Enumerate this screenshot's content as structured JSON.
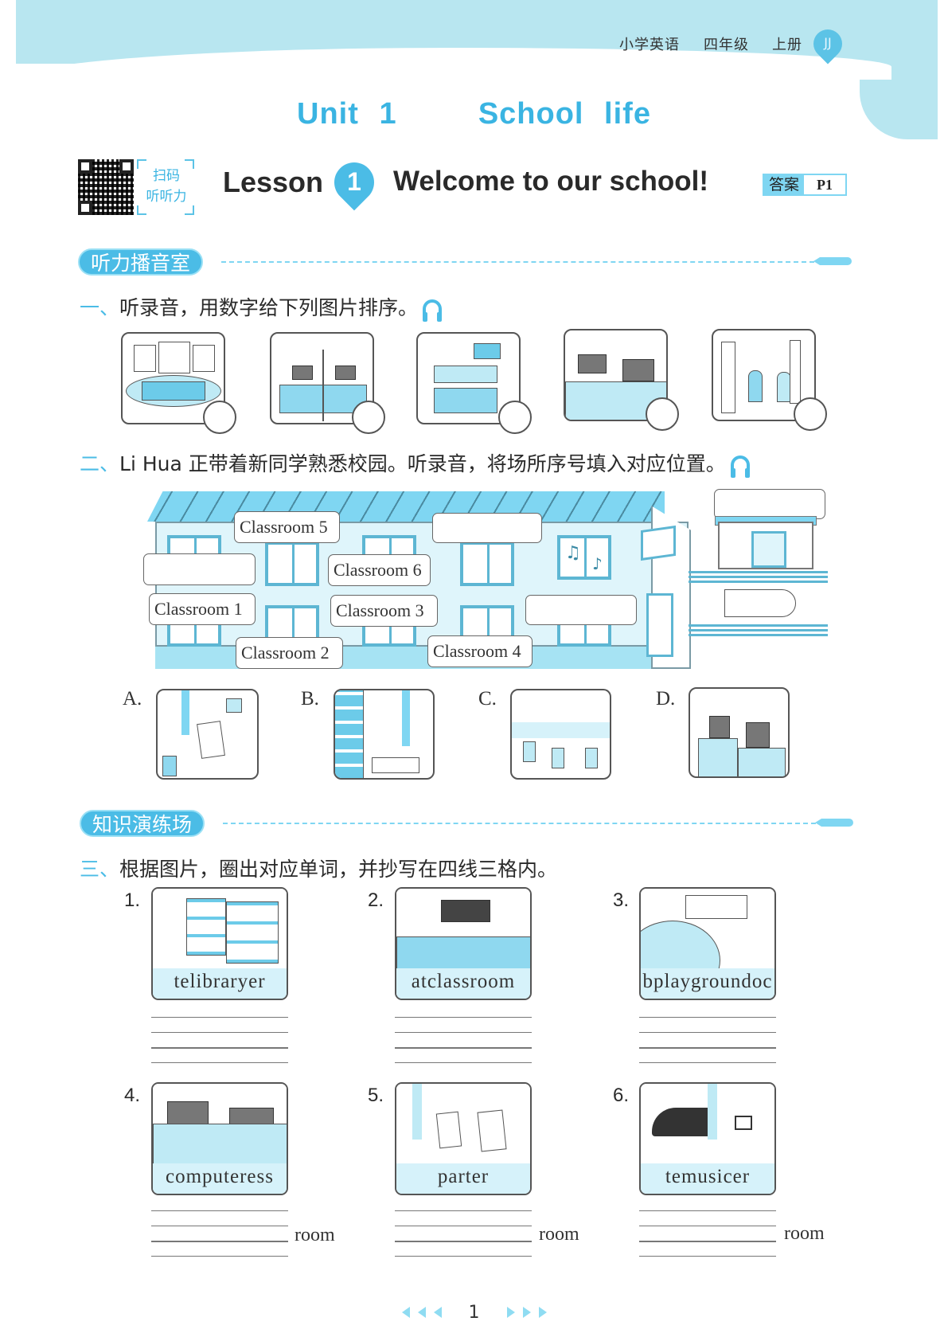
{
  "header": {
    "subject": "小学英语",
    "grade": "四年级",
    "volume": "上册",
    "edition_badge": "JJ"
  },
  "unit": {
    "title": "Unit 1    School life"
  },
  "lesson": {
    "qr_caption_line1": "扫码",
    "qr_caption_line2": "听听力",
    "lesson_word": "Lesson",
    "number": "1",
    "title": "Welcome to our school!",
    "answer_label": "答案",
    "answer_page": "P1"
  },
  "section_listening": {
    "pill": "听力播音室",
    "q1": {
      "number": "一、",
      "instruction": "听录音，用数字给下列图片排序。",
      "icon": "headphone-icon",
      "pictures": [
        {
          "scene": "playground"
        },
        {
          "scene": "classroom"
        },
        {
          "scene": "library-building"
        },
        {
          "scene": "computer-room"
        },
        {
          "scene": "school-gate-children"
        }
      ]
    },
    "q2": {
      "number": "二、",
      "instruction": "Li Hua 正带着新同学熟悉校园。听录音，将场所序号填入对应位置。",
      "icon": "headphone-icon",
      "labels": {
        "classroom5": "Classroom 5",
        "classroom6": "Classroom 6",
        "classroom1": "Classroom 1",
        "classroom3": "Classroom 3",
        "classroom2": "Classroom 2",
        "classroom4": "Classroom 4"
      },
      "options": [
        {
          "letter": "A.",
          "scene": "art-room"
        },
        {
          "letter": "B.",
          "scene": "library"
        },
        {
          "letter": "C.",
          "scene": "dining-hall"
        },
        {
          "letter": "D.",
          "scene": "computer-room"
        }
      ]
    }
  },
  "section_practice": {
    "pill": "知识演练场",
    "q3": {
      "number": "三、",
      "instruction": "根据图片，圈出对应单词，并抄写在四线三格内。",
      "items": [
        {
          "num": "1.",
          "letters": "telibraryer",
          "suffix": ""
        },
        {
          "num": "2.",
          "letters": "atclassroom",
          "suffix": ""
        },
        {
          "num": "3.",
          "letters": "bplaygroundoc",
          "suffix": ""
        },
        {
          "num": "4.",
          "letters": "computeress",
          "suffix": "room"
        },
        {
          "num": "5.",
          "letters": "parter",
          "suffix": "room"
        },
        {
          "num": "6.",
          "letters": "temusicer",
          "suffix": "room"
        }
      ]
    }
  },
  "footer": {
    "page_number": "1"
  },
  "colors": {
    "accent": "#4bbce6",
    "band": "#b8e6f0",
    "light_fill": "#d6f2fa"
  }
}
